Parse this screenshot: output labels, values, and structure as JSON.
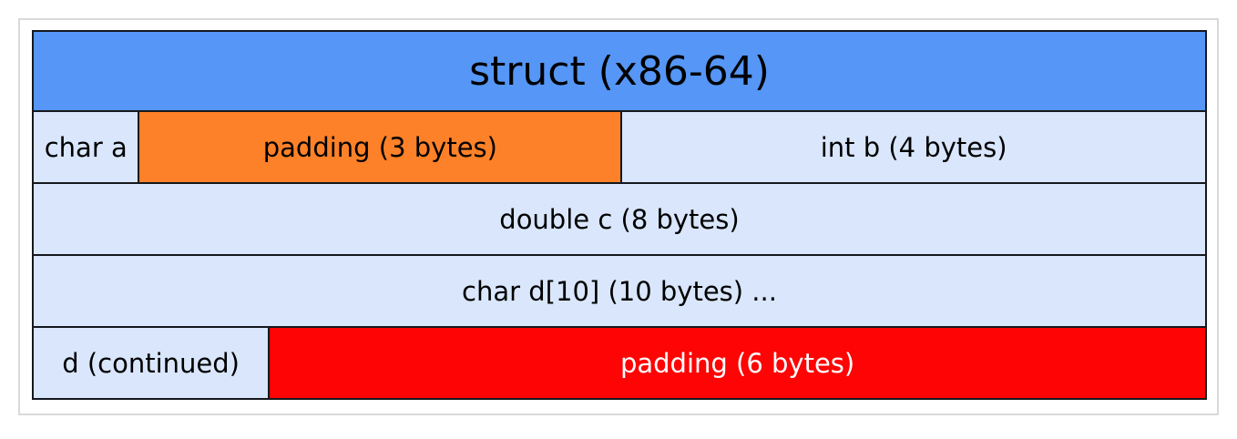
{
  "title": "struct (x86-64)",
  "colors": {
    "header_bg": "#5596f6",
    "cell_bg": "#d9e6fb",
    "padding3_bg": "#fd8128",
    "padding6_bg": "#fe0404",
    "table_border": "#15181d",
    "frame_border": "#d9d9d9",
    "text_dark": "#000000",
    "text_light": "#ffffff"
  },
  "rows": {
    "row1": {
      "char_a": "char a",
      "padding3": "padding (3 bytes)",
      "int_b": "int b (4 bytes)"
    },
    "row2": {
      "double_c": "double c (8 bytes)"
    },
    "row3": {
      "char_d": "char d[10] (10 bytes) ..."
    },
    "row4": {
      "d_cont": "d (continued)",
      "padding6": "padding (6 bytes)"
    }
  }
}
